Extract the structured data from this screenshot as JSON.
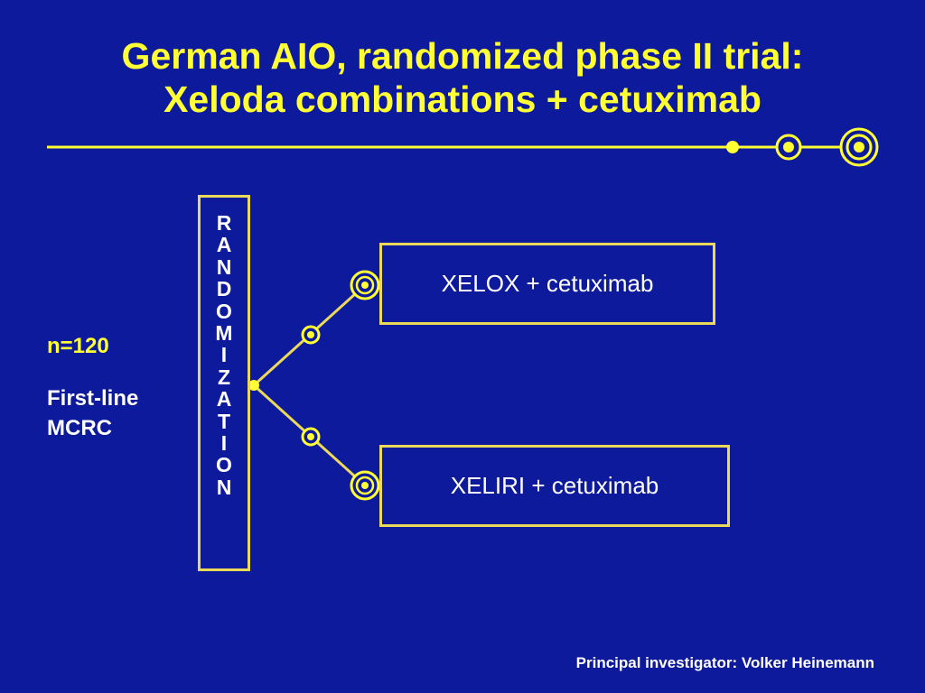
{
  "slide": {
    "title_line1": "German AIO, randomized phase II trial:",
    "title_line2": "Xeloda combinations + cetuximab",
    "randomization_letters": [
      "R",
      "A",
      "N",
      "D",
      "O",
      "M",
      "I",
      "Z",
      "A",
      "T",
      "I",
      "O",
      "N"
    ],
    "arms": [
      {
        "label": "XELOX + cetuximab"
      },
      {
        "label": "XELIRI + cetuximab"
      }
    ],
    "sample_size": "n=120",
    "population_line1": "First-line",
    "population_line2": "MCRC",
    "footer": "Principal investigator: Volker Heinemann",
    "colors": {
      "background": "#0d1a9c",
      "title": "#ffff33",
      "box_border": "#ecd95a",
      "text": "#ffffff"
    }
  }
}
